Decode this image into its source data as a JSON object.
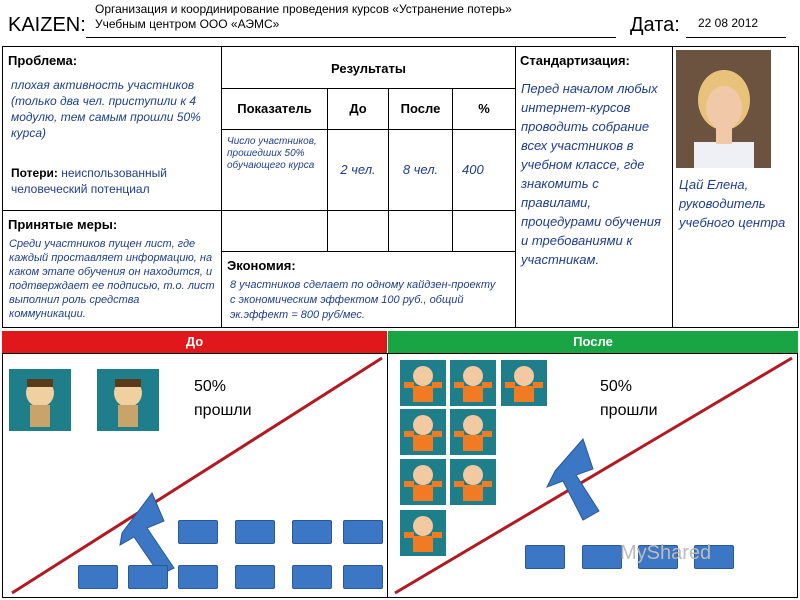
{
  "header": {
    "kaizen_label": "KAIZEN:",
    "title_line1": "Организация и координирование проведения курсов «Устранение потерь»",
    "title_line2": "Учебным центром ООО «АЭМС»",
    "date_label": "Дата:",
    "date_value": "22 08 2012"
  },
  "problem": {
    "heading": "Проблема:",
    "text": "плохая активность участников (только два чел. приступили к 4 модулю, тем самым прошли 50% курса)",
    "losses_label": "Потери:",
    "losses_text": " неиспользованный человеческий потенциал"
  },
  "measures": {
    "heading": "Принятые меры:",
    "text": "Среди участников пущен лист, где каждый проставляет информацию, на каком этапе обучения он находится, и подтверждает ее подписью, т.о. лист выполнил роль средства коммуникации."
  },
  "results": {
    "heading": "Результаты",
    "columns": [
      "Показатель",
      "До",
      "После",
      "%"
    ],
    "row": {
      "indicator": "Число участников, прошедших 50% обучающего курса",
      "before": "2 чел.",
      "after": "8 чел.",
      "percent": "400"
    }
  },
  "economy": {
    "heading": "Экономия:",
    "text": "8 участников сделает по одному кайдзен-проекту с экономическим эффектом 100 руб., общий эк.эффект = 800 руб/мес."
  },
  "standardization": {
    "heading": "Стандартизация:",
    "text": "Перед началом любых интернет-курсов проводить собрание всех участников в учебном классе, где знакомить с правилами, процедурами обучения и требованиями к участникам."
  },
  "person": {
    "caption": "Цай Елена, руководитель учебного центра"
  },
  "before_after": {
    "before_label": "До",
    "after_label": "После",
    "before_pct": "50%",
    "before_pct_text": "прошли",
    "after_pct": "50%",
    "after_pct_text": "прошли",
    "before_color": "#e0171b",
    "after_color": "#1aa544"
  },
  "watermark": "MyShared"
}
